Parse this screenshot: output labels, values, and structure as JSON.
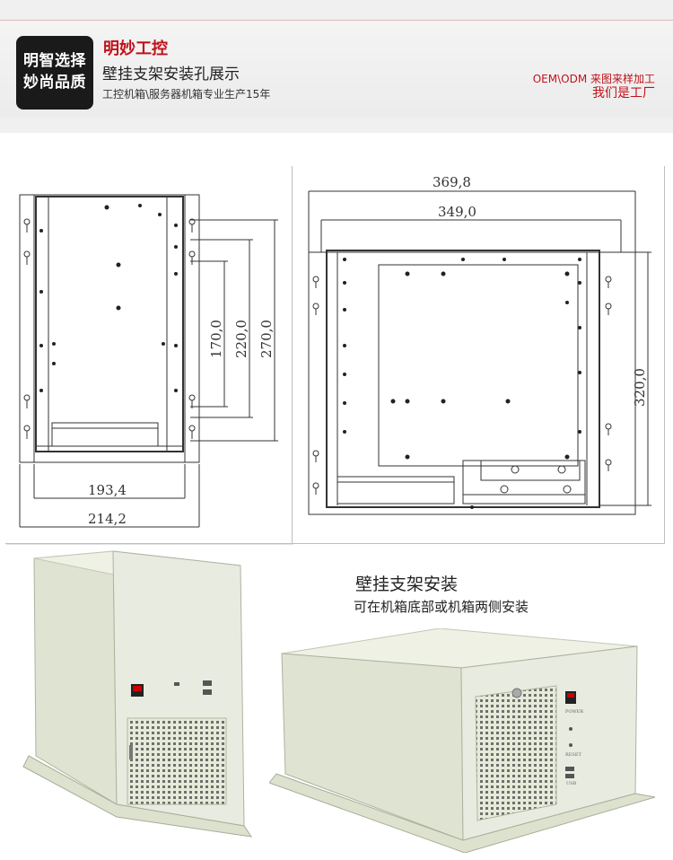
{
  "header": {
    "badge_line1": "明智选择",
    "badge_line2": "妙尚品质",
    "brand": "明妙工控",
    "subtitle": "壁挂支架安装孔展示",
    "tagline": "工控机箱\\服务器机箱专业生产15年",
    "oem_line1": "OEM\\ODM 来图来样加工",
    "oem_line2": "我们是工厂"
  },
  "drawing_left": {
    "dim_inner_width": "193,4",
    "dim_outer_width": "214,2",
    "dim_h1": "170,0",
    "dim_h2": "220,0",
    "dim_h3": "270,0"
  },
  "drawing_right": {
    "dim_outer_width": "369,8",
    "dim_inner_width": "349,0",
    "dim_height": "320,0"
  },
  "install": {
    "title": "壁挂支架安装",
    "desc": "可在机箱底部或机箱两侧安装"
  },
  "panel_labels": {
    "power": "POWER",
    "reset": "RESET",
    "usb": "USB"
  },
  "colors": {
    "brand_red": "#c0121a",
    "chassis": "#e8ece0",
    "line": "#333333"
  }
}
